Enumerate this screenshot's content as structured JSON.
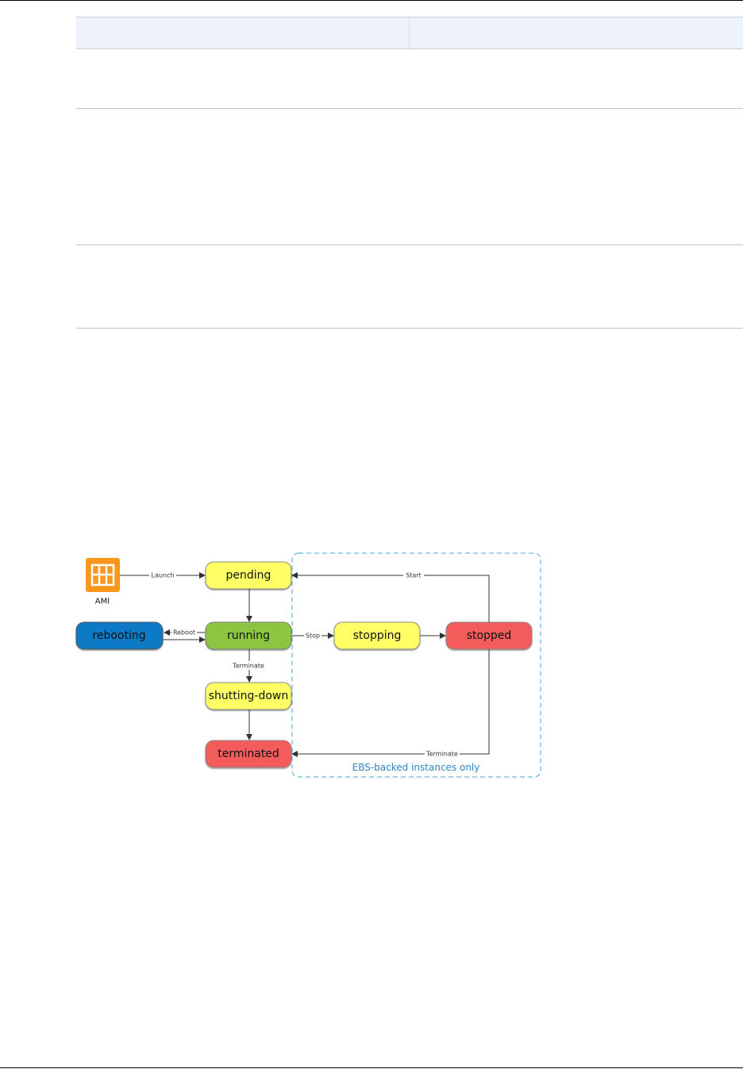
{
  "table": {
    "headers": [
      "",
      ""
    ],
    "rows": [
      [
        "",
        ""
      ],
      [
        "",
        ""
      ],
      [
        "",
        ""
      ]
    ]
  },
  "diagram": {
    "ami_label": "AMI",
    "states": {
      "pending": "pending",
      "running": "running",
      "rebooting": "rebooting",
      "stopping": "stopping",
      "stopped": "stopped",
      "shutting_down": "shutting-down",
      "terminated": "terminated"
    },
    "transitions": {
      "launch": "Launch",
      "reboot": "Reboot",
      "stop": "Stop",
      "start": "Start",
      "terminate_running": "Terminate",
      "terminate_stopped": "Terminate"
    },
    "ebs_group_label": "EBS-backed instances only",
    "colors": {
      "pending": "#ffff66",
      "running": "#8cc63f",
      "rebooting": "#0d7ac6",
      "stopping": "#ffff66",
      "stopped": "#f45b5b",
      "shutting_down": "#ffff66",
      "terminated": "#f45b5b",
      "ami": "#f7981d",
      "ebs_border": "#4aa3d4"
    }
  }
}
